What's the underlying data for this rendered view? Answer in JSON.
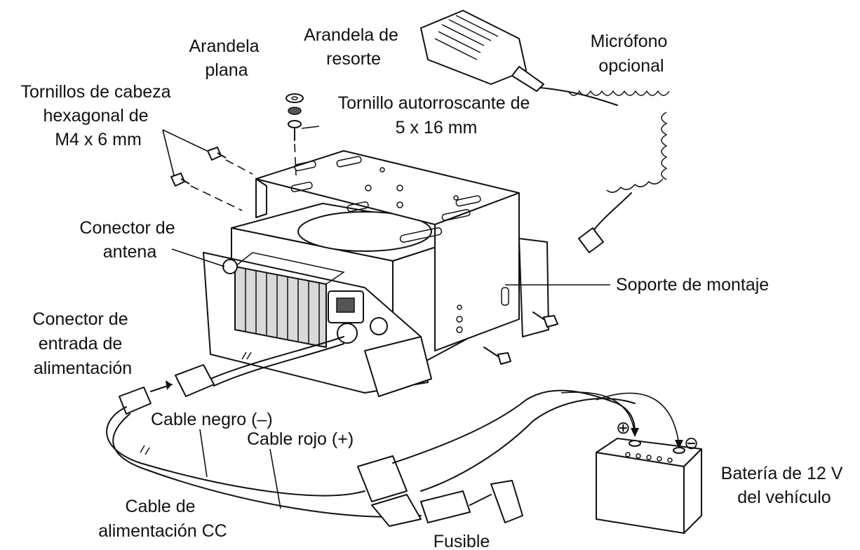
{
  "labels": {
    "flat_washer": [
      "Arandela",
      "plana"
    ],
    "spring_washer": [
      "Arandela de",
      "resorte"
    ],
    "hex_screws": [
      "Tornillos de cabeza",
      "hexagonal de",
      "M4 x 6 mm"
    ],
    "tapping_screw": [
      "Tornillo autorroscante de",
      "5 x 16 mm"
    ],
    "microphone": [
      "Micrófono",
      "opcional"
    ],
    "antenna_connector": [
      "Conector de",
      "antena"
    ],
    "mounting_bracket": [
      "Soporte de montaje"
    ],
    "power_input_connector": [
      "Conector de",
      "entrada de",
      "alimentación"
    ],
    "black_cable": [
      "Cable negro (–)"
    ],
    "red_cable": [
      "Cable rojo (+)"
    ],
    "dc_power_cable": [
      "Cable de",
      "alimentación CC"
    ],
    "fuse": [
      "Fusible"
    ],
    "battery": [
      "Batería de 12 V",
      "del vehículo"
    ]
  },
  "symbols": {
    "plus": "⊕",
    "minus": "⊖"
  }
}
